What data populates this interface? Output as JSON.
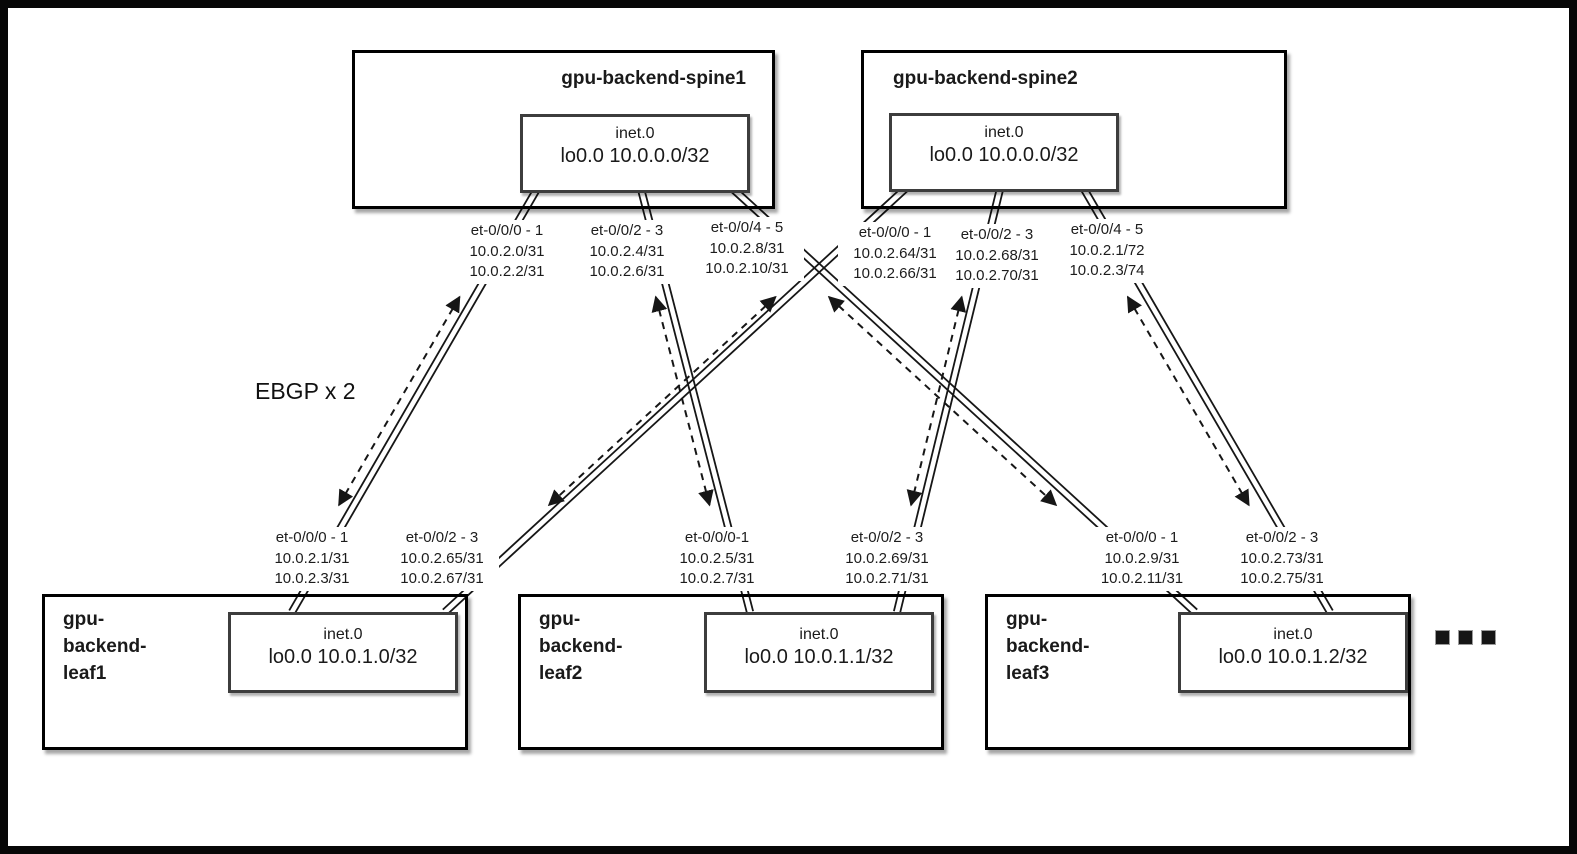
{
  "labels": {
    "ebgp": "EBGP x 2",
    "more_leaves": "..."
  },
  "colors": {
    "background": "#ffffff",
    "line": "#161616",
    "node_border": "#000000",
    "inner_box_border": "#3d3d3d"
  },
  "spines": [
    {
      "name": "gpu-backend-spine1",
      "route_table": "inet.0",
      "loopback": "lo0.0 10.0.0.0/32",
      "interfaces": [
        {
          "port": "et-0/0/0 - 1",
          "ips": [
            "10.0.2.0/31",
            "10.0.2.2/31"
          ]
        },
        {
          "port": "et-0/0/2 - 3",
          "ips": [
            "10.0.2.4/31",
            "10.0.2.6/31"
          ]
        },
        {
          "port": "et-0/0/4 - 5",
          "ips": [
            "10.0.2.8/31",
            "10.0.2.10/31"
          ]
        }
      ]
    },
    {
      "name": "gpu-backend-spine2",
      "route_table": "inet.0",
      "loopback": "lo0.0 10.0.0.0/32",
      "interfaces": [
        {
          "port": "et-0/0/0 - 1",
          "ips": [
            "10.0.2.64/31",
            "10.0.2.66/31"
          ]
        },
        {
          "port": "et-0/0/2 - 3",
          "ips": [
            "10.0.2.68/31",
            "10.0.2.70/31"
          ]
        },
        {
          "port": "et-0/0/4 - 5",
          "ips": [
            "10.0.2.1/72",
            "10.0.2.3/74"
          ]
        }
      ]
    }
  ],
  "leaves": [
    {
      "name": "gpu-backend-leaf1",
      "name_lines": [
        "gpu-",
        "backend-",
        "leaf1"
      ],
      "route_table": "inet.0",
      "loopback": "lo0.0 10.0.1.0/32",
      "interfaces": [
        {
          "port": "et-0/0/0 - 1",
          "ips": [
            "10.0.2.1/31",
            "10.0.2.3/31"
          ]
        },
        {
          "port": "et-0/0/2 - 3",
          "ips": [
            "10.0.2.65/31",
            "10.0.2.67/31"
          ]
        }
      ]
    },
    {
      "name": "gpu-backend-leaf2",
      "name_lines": [
        "gpu-",
        "backend-",
        "leaf2"
      ],
      "route_table": "inet.0",
      "loopback": "lo0.0 10.0.1.1/32",
      "interfaces": [
        {
          "port": "et-0/0/0-1",
          "ips": [
            "10.0.2.5/31",
            "10.0.2.7/31"
          ]
        },
        {
          "port": "et-0/0/2 - 3",
          "ips": [
            "10.0.2.69/31",
            "10.0.2.71/31"
          ]
        }
      ]
    },
    {
      "name": "gpu-backend-leaf3",
      "name_lines": [
        "gpu-",
        "backend-",
        "leaf3"
      ],
      "route_table": "inet.0",
      "loopback": "lo0.0 10.0.1.2/32",
      "interfaces": [
        {
          "port": "et-0/0/0 - 1",
          "ips": [
            "10.0.2.9/31",
            "10.0.2.11/31"
          ]
        },
        {
          "port": "et-0/0/2 - 3",
          "ips": [
            "10.0.2.73/31",
            "10.0.2.75/31"
          ]
        }
      ]
    }
  ],
  "links": [
    {
      "spine": "gpu-backend-spine1",
      "spine_port": "et-0/0/0 - 1",
      "leaf": "gpu-backend-leaf1",
      "leaf_port": "et-0/0/0 - 1",
      "style": "2 physical links + bidirectional EBGP session"
    },
    {
      "spine": "gpu-backend-spine1",
      "spine_port": "et-0/0/2 - 3",
      "leaf": "gpu-backend-leaf2",
      "leaf_port": "et-0/0/0-1",
      "style": "2 physical links + bidirectional EBGP session"
    },
    {
      "spine": "gpu-backend-spine1",
      "spine_port": "et-0/0/4 - 5",
      "leaf": "gpu-backend-leaf3",
      "leaf_port": "et-0/0/0 - 1",
      "style": "2 physical links + bidirectional EBGP session"
    },
    {
      "spine": "gpu-backend-spine2",
      "spine_port": "et-0/0/0 - 1",
      "leaf": "gpu-backend-leaf1",
      "leaf_port": "et-0/0/2 - 3",
      "style": "2 physical links + bidirectional EBGP session"
    },
    {
      "spine": "gpu-backend-spine2",
      "spine_port": "et-0/0/2 - 3",
      "leaf": "gpu-backend-leaf2",
      "leaf_port": "et-0/0/2 - 3",
      "style": "2 physical links + bidirectional EBGP session"
    },
    {
      "spine": "gpu-backend-spine2",
      "spine_port": "et-0/0/4 - 5",
      "leaf": "gpu-backend-leaf3",
      "leaf_port": "et-0/0/2 - 3",
      "style": "2 physical links + bidirectional EBGP session"
    }
  ]
}
